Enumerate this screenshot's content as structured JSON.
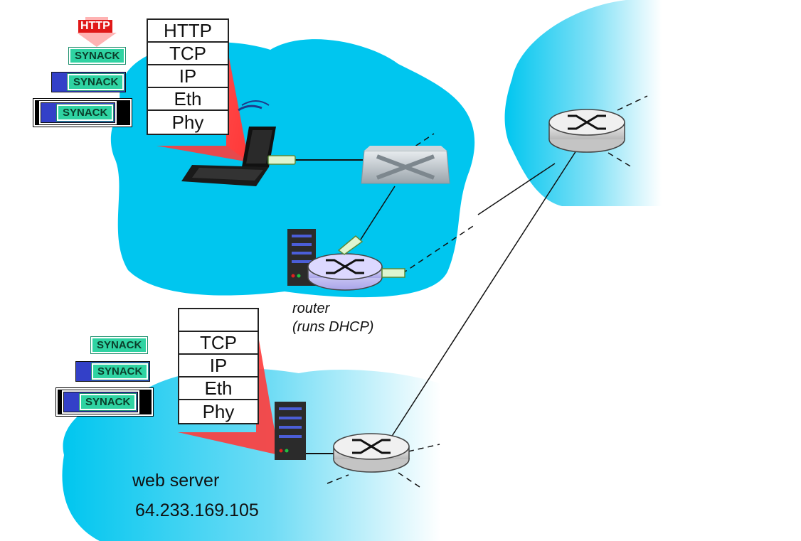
{
  "client_stack": {
    "layers": [
      "HTTP",
      "TCP",
      "IP",
      "Eth",
      "Phy"
    ]
  },
  "server_stack": {
    "layers": [
      "",
      "TCP",
      "IP",
      "Eth",
      "Phy"
    ]
  },
  "client_packets": {
    "http": "HTTP",
    "tcp": "SYNACK",
    "ip": "SYNACK",
    "eth": "SYNACK"
  },
  "server_packets": {
    "tcp": "SYNACK",
    "ip": "SYNACK",
    "eth": "SYNACK"
  },
  "router": {
    "label_line1": "router",
    "label_line2": "(runs DHCP)"
  },
  "web_server": {
    "label": "web server",
    "ip": "64.233.169.105"
  },
  "colors": {
    "network_blue": "#00c6ef",
    "highlight_red": "#ff2a2a",
    "synack_green": "#2fd3a2",
    "ip_header_blue": "#3340c8"
  }
}
